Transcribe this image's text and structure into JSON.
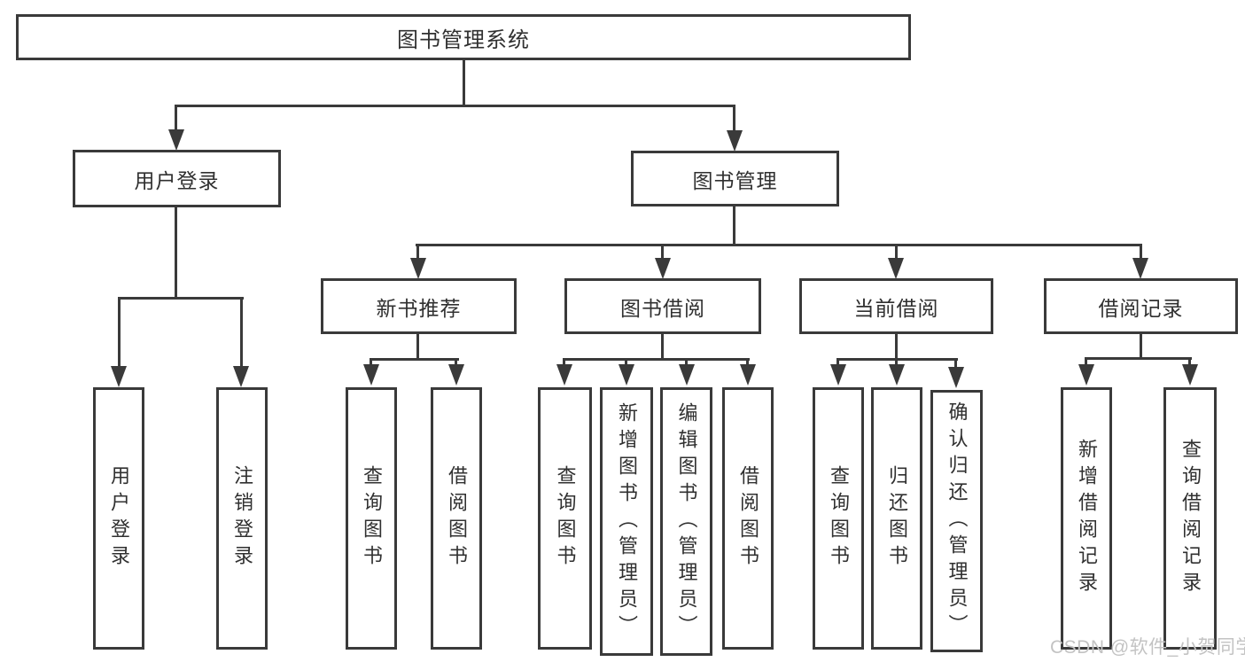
{
  "colors": {
    "line": "#3a3a3a",
    "text": "#303030",
    "box-bg": "#ffffff",
    "watermark": "#c3c3c3",
    "page-bg": "#ffffff"
  },
  "watermark": {
    "text": "CSDN @软件_小贺同学"
  },
  "tree": {
    "label": "图书管理系统",
    "children": [
      {
        "label": "用户登录",
        "children": [
          {
            "label": "用户登录"
          },
          {
            "label": "注销登录"
          }
        ]
      },
      {
        "label": "图书管理",
        "children": [
          {
            "label": "新书推荐",
            "children": [
              {
                "label": "查询图书"
              },
              {
                "label": "借阅图书"
              }
            ]
          },
          {
            "label": "图书借阅",
            "children": [
              {
                "label": "查询图书"
              },
              {
                "label": "新增图书（管理员）"
              },
              {
                "label": "编辑图书（管理员）"
              },
              {
                "label": "借阅图书"
              }
            ]
          },
          {
            "label": "当前借阅",
            "children": [
              {
                "label": "查询图书"
              },
              {
                "label": "归还图书"
              },
              {
                "label": "确认归还（管理员）"
              }
            ]
          },
          {
            "label": "借阅记录",
            "children": [
              {
                "label": "新增借阅记录"
              },
              {
                "label": "查询借阅记录"
              }
            ]
          }
        ]
      }
    ]
  }
}
